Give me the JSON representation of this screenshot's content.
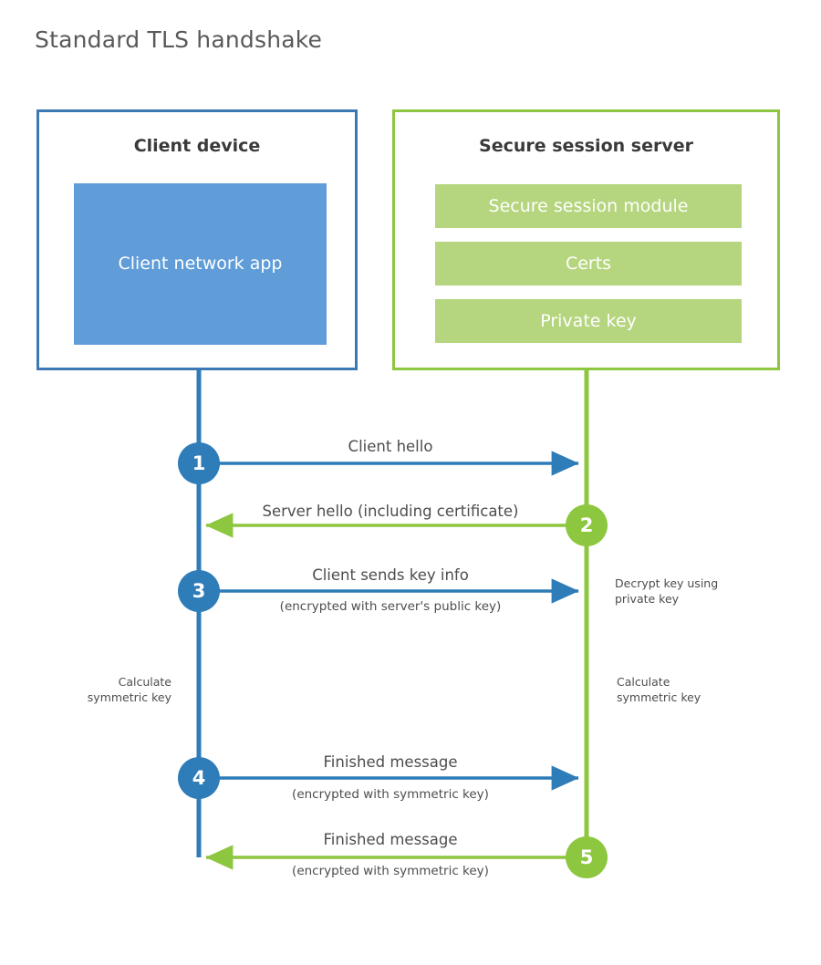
{
  "page": {
    "title": "Standard TLS handshake",
    "background": "#ffffff"
  },
  "colors": {
    "client_blue": "#2e7cb8",
    "client_panel_border": "#3b78b4",
    "client_block_fill": "#5f9cd8",
    "server_green": "#8dc63f",
    "server_block_fill": "#b5d57e",
    "text": "#4d4d4f",
    "title_text": "#58595b"
  },
  "client_panel": {
    "title": "Client device",
    "app_block_label": "Client network app"
  },
  "server_panel": {
    "title": "Secure session server",
    "blocks": [
      {
        "label": "Secure session module"
      },
      {
        "label": "Certs"
      },
      {
        "label": "Private key"
      }
    ]
  },
  "flow": {
    "steps": [
      {
        "number": "1",
        "side": "client",
        "direction": "right",
        "label": "Client hello",
        "sublabel": ""
      },
      {
        "number": "2",
        "side": "server",
        "direction": "left",
        "label": "Server hello (including certificate)",
        "sublabel": ""
      },
      {
        "number": "3",
        "side": "client",
        "direction": "right",
        "label": "Client sends key info",
        "sublabel": "(encrypted with server's public key)"
      },
      {
        "number": "4",
        "side": "client",
        "direction": "right",
        "label": "Finished message",
        "sublabel": "(encrypted with symmetric key)"
      },
      {
        "number": "5",
        "side": "server",
        "direction": "left",
        "label": "Finished message",
        "sublabel": "(encrypted with symmetric key)"
      }
    ],
    "notes": {
      "decrypt_key": "Decrypt key using\nprivate key",
      "calculate_symmetric_key_client": "Calculate\nsymmetric key",
      "calculate_symmetric_key_server": "Calculate\nsymmetric key"
    }
  }
}
